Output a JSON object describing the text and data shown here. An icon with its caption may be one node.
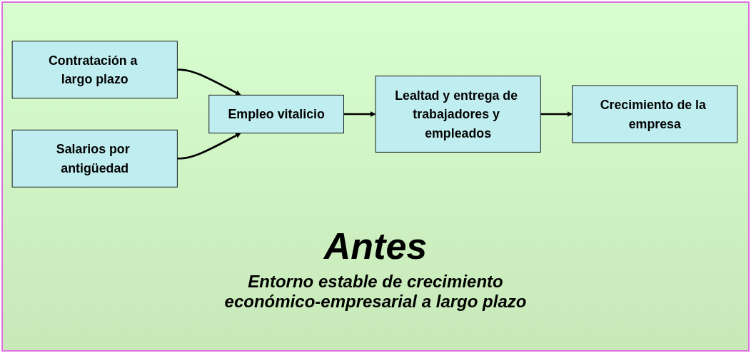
{
  "diagram": {
    "nodes": [
      {
        "text": [
          "Contratación a largo plazo"
        ]
      },
      {
        "text": [
          "Salarios por antigüedad"
        ]
      },
      {
        "text": [
          "Empleo vitalicio"
        ]
      },
      {
        "text": [
          "Lealtad y entrega de trabajadores y empleados"
        ]
      },
      {
        "text": [
          "Crecimiento de la empresa"
        ]
      }
    ],
    "edges": [
      {
        "from": 0,
        "to": 2,
        "arrow": "to"
      },
      {
        "from": 1,
        "to": 2,
        "arrow": "to"
      },
      {
        "from": 2,
        "to": 3,
        "arrow": "to"
      },
      {
        "from": 3,
        "to": 4,
        "arrow": "to"
      }
    ],
    "labels": [
      "Antes",
      "Entorno estable de crecimiento económico-empresarial a largo plazo"
    ]
  }
}
